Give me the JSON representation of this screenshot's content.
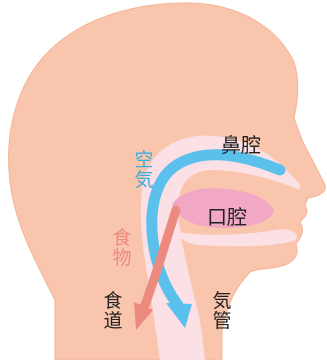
{
  "labels": {
    "nasal_cavity": "鼻腔",
    "oral_cavity": "口腔",
    "air": "空気",
    "food": "食物",
    "esophagus": "食道",
    "trachea": "気管"
  },
  "colors": {
    "skin": "#f9c6ad",
    "skin_outline": "#f2b598",
    "passage": "#fbe0e6",
    "oral_fill": "#f2a8c4",
    "air_arrow": "#5cc0ec",
    "food_arrow": "#ec8a80",
    "text": "#222222",
    "air_text": "#3aaee0",
    "food_text": "#ec8a80"
  }
}
